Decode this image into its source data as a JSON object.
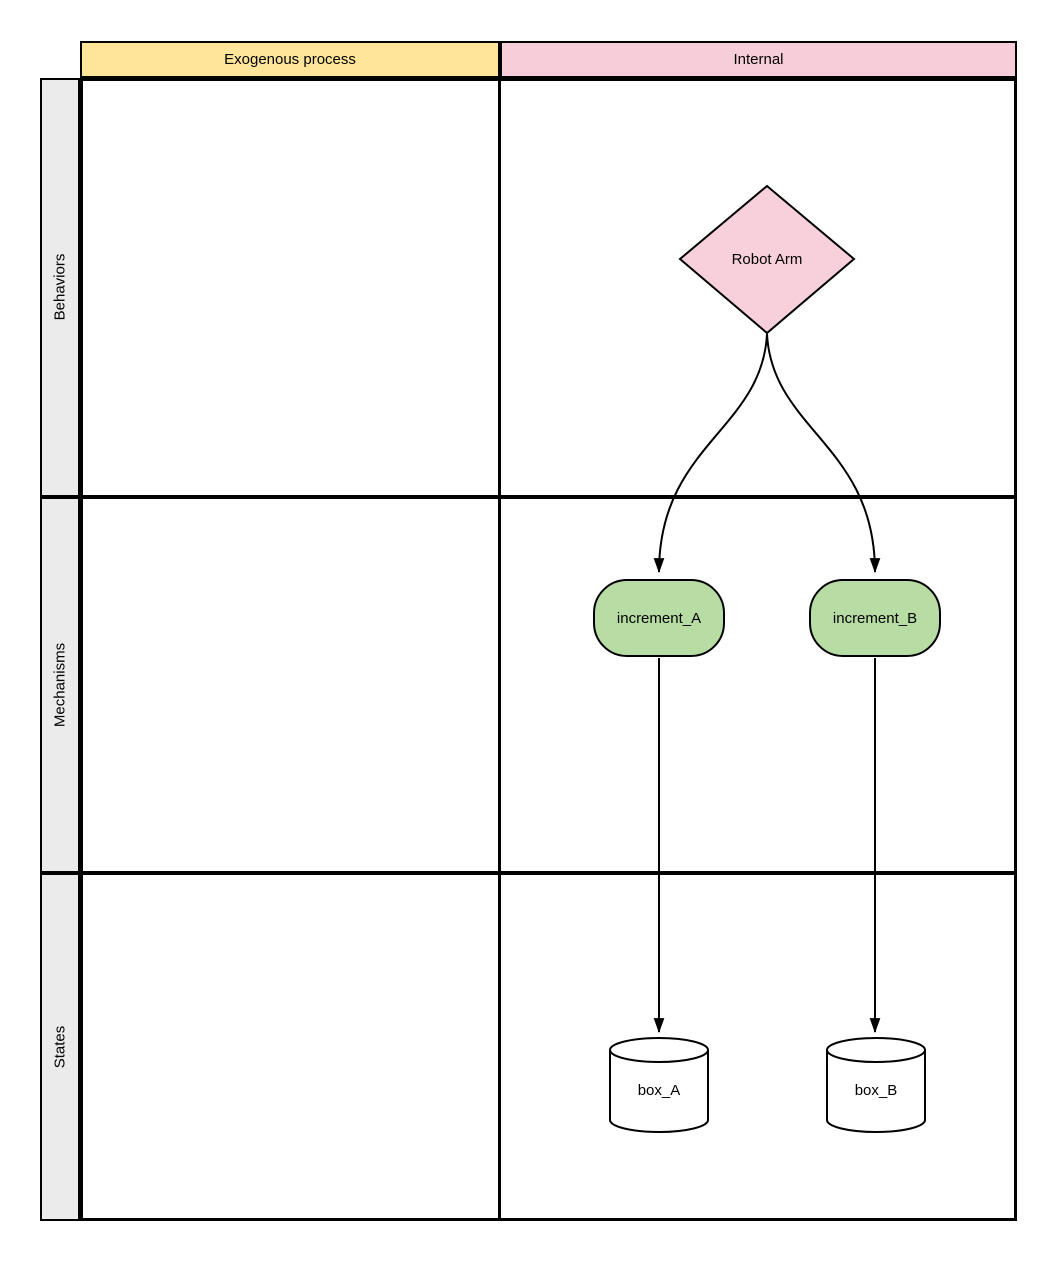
{
  "headers": {
    "exogenous": {
      "label": "Exogenous process",
      "fill": "#ffe599"
    },
    "internal": {
      "label": "Internal",
      "fill": "#f7cdd9"
    }
  },
  "rows": [
    {
      "label": "Behaviors"
    },
    {
      "label": "Mechanisms"
    },
    {
      "label": "States"
    }
  ],
  "nodes": {
    "robot_arm": {
      "label": "Robot Arm",
      "shape": "diamond",
      "fill": "#f8d0dc",
      "row": "Behaviors",
      "column": "Internal"
    },
    "increment_a": {
      "label": "increment_A",
      "shape": "rounded-rect",
      "fill": "#b7dda4",
      "row": "Mechanisms",
      "column": "Internal"
    },
    "increment_b": {
      "label": "increment_B",
      "shape": "rounded-rect",
      "fill": "#b7dda4",
      "row": "Mechanisms",
      "column": "Internal"
    },
    "box_a": {
      "label": "box_A",
      "shape": "cylinder",
      "fill": "#ffffff",
      "row": "States",
      "column": "Internal"
    },
    "box_b": {
      "label": "box_B",
      "shape": "cylinder",
      "fill": "#ffffff",
      "row": "States",
      "column": "Internal"
    }
  },
  "edges": [
    {
      "from": "robot_arm",
      "to": "increment_a",
      "style": "curved",
      "arrow": "end"
    },
    {
      "from": "robot_arm",
      "to": "increment_b",
      "style": "curved",
      "arrow": "end"
    },
    {
      "from": "increment_a",
      "to": "box_a",
      "style": "straight",
      "arrow": "end"
    },
    {
      "from": "increment_b",
      "to": "box_b",
      "style": "straight",
      "arrow": "end"
    }
  ],
  "colors": {
    "line": "#000000",
    "row_label_bg": "#ebebeb",
    "background": "#ffffff"
  }
}
